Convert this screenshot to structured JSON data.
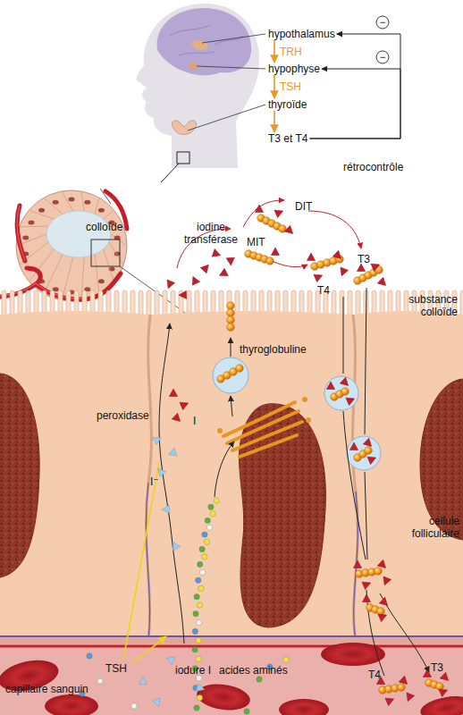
{
  "diagram": {
    "nodes": [
      {
        "text": [
          "hypothalamus"
        ]
      },
      {
        "text": [
          "hypophyse"
        ]
      },
      {
        "text": [
          "thyroïde"
        ]
      },
      {
        "text": [
          "T3 et T4"
        ]
      }
    ],
    "edges": [
      {
        "from": 0,
        "to": 1,
        "label": "TRH",
        "arrow": "to"
      },
      {
        "from": 1,
        "to": 2,
        "label": "TSH",
        "arrow": "to"
      },
      {
        "from": 2,
        "to": 3,
        "arrow": "to"
      },
      {
        "from": 3,
        "to": 0,
        "label": "−",
        "arrow": "to"
      },
      {
        "from": 3,
        "to": 1,
        "label": "−",
        "arrow": "to"
      }
    ],
    "labels": [
      "rétrocontrôle",
      "colloïde",
      "DIT",
      "MIT",
      "iodine transférase",
      "T3",
      "T4",
      "substance colloïde",
      "thyroglobuline",
      "I",
      "peroxidase",
      "I⁻",
      "cellule folliculaire",
      "TSH",
      "iodure I",
      "acides aminés",
      "capillaire sanguin",
      "T4",
      "T3"
    ]
  }
}
